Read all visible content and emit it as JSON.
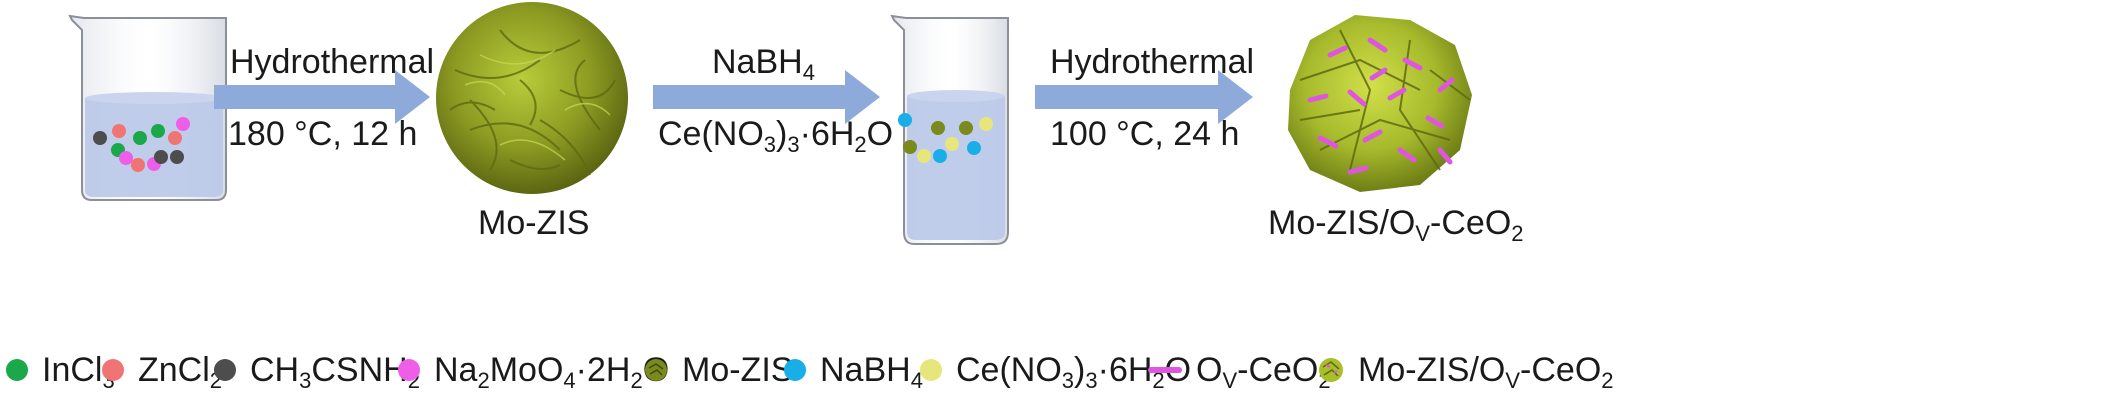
{
  "steps": [
    {
      "top_label": "Hydrothermal",
      "bottom_label": "180 °C, 12 h"
    },
    {
      "top_label_base": "NaBH",
      "top_label_sub": "4",
      "bottom_parts": [
        "Ce(NO",
        "3",
        ")",
        "3",
        "·6H",
        "2",
        "O"
      ]
    },
    {
      "top_label": "Hydrothermal",
      "bottom_label": "100 °C, 24 h"
    }
  ],
  "products": {
    "first": "Mo-ZIS",
    "final_parts": [
      "Mo-ZIS/O",
      "V",
      "-CeO",
      "2"
    ]
  },
  "legend": [
    {
      "icon": "green-dot-icon",
      "color": "#1aa84a",
      "parts": [
        "InCl",
        "3"
      ]
    },
    {
      "icon": "salmon-dot-icon",
      "color": "#f07474",
      "parts": [
        "ZnCl",
        "2"
      ]
    },
    {
      "icon": "gray-dot-icon",
      "color": "#4d4d4d",
      "parts": [
        "CH",
        "3",
        "CSNH",
        "2"
      ]
    },
    {
      "icon": "magenta-dot-icon",
      "color": "#ee5ee6",
      "parts": [
        "Na",
        "2",
        "MoO",
        "4",
        "·2H",
        "2",
        "O"
      ]
    },
    {
      "icon": "mo-zis-sphere-icon",
      "color": "#7a8a1c",
      "parts": [
        "Mo-ZIS"
      ]
    },
    {
      "icon": "blue-dot-icon",
      "color": "#1aaee8",
      "parts": [
        "NaBH",
        "4"
      ]
    },
    {
      "icon": "yellow-dot-icon",
      "color": "#e6e67a",
      "parts": [
        "Ce(NO",
        "3",
        ")",
        "3",
        "·6H",
        "2",
        "O"
      ]
    },
    {
      "icon": "rod-icon",
      "color": "#e055e0",
      "parts": [
        "O",
        "V",
        "-CeO",
        "2"
      ]
    },
    {
      "icon": "mo-zis-ceo2-sphere-icon",
      "color": "#a8bf2a",
      "parts": [
        "Mo-ZIS/O",
        "V",
        "-CeO",
        "2"
      ]
    }
  ],
  "colors": {
    "arrow": "#8eaadb",
    "liquid": "#b9c8e8",
    "flake_dark": "#7d8a1e",
    "flake_light": "#b8cc38"
  }
}
